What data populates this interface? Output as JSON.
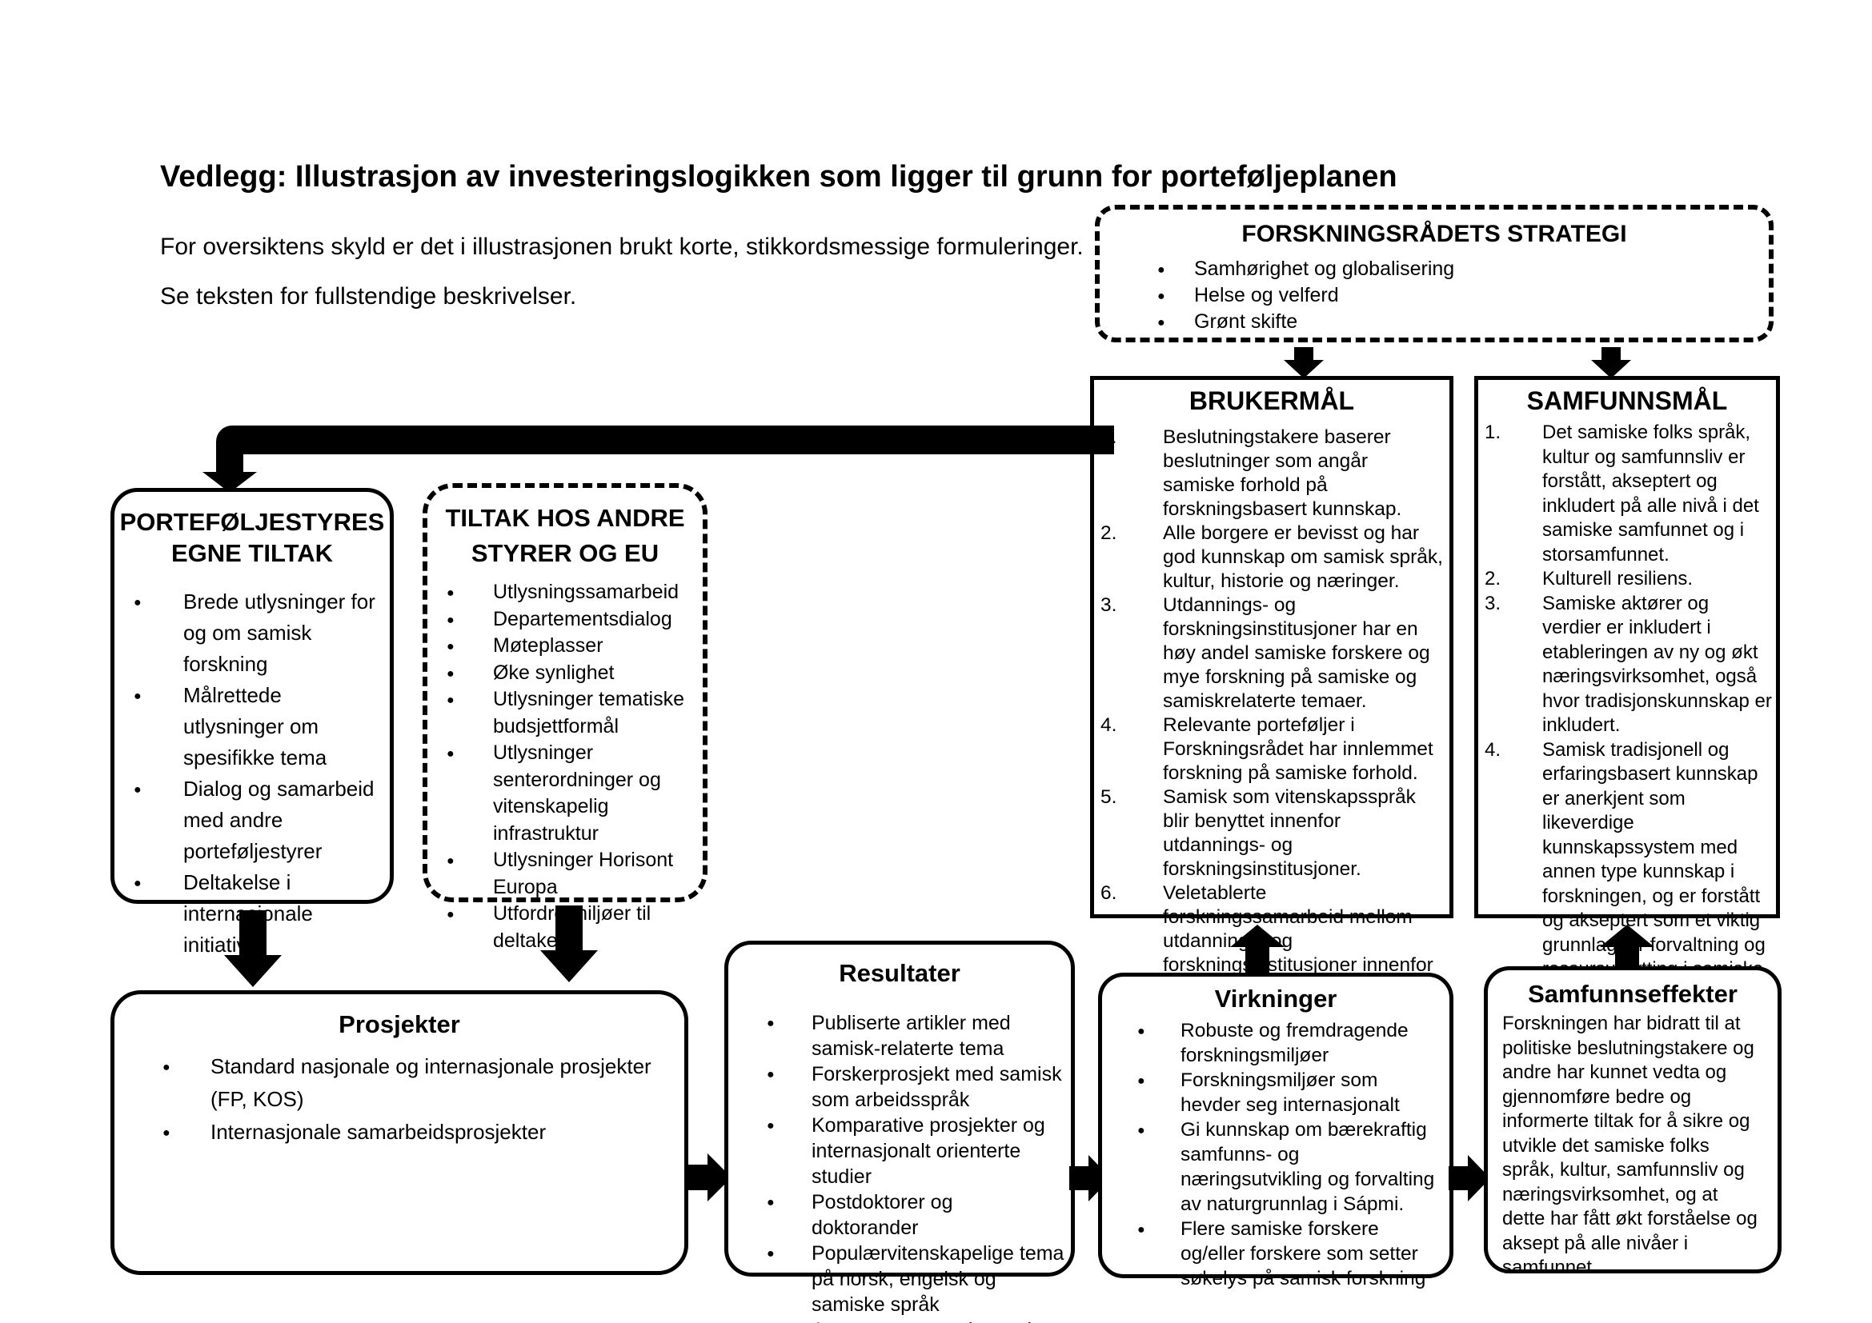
{
  "page": {
    "title": "Vedlegg: Illustrasjon av investeringslogikken som ligger til grunn for porteføljeplanen",
    "intro_line1": "For oversiktens skyld er det i illustrasjonen brukt korte, stikkordsmessige formuleringer.",
    "intro_line2": "Se teksten for fullstendige beskrivelser."
  },
  "boxes": {
    "strategi": {
      "title": "FORSKNINGSRÅDETS STRATEGI",
      "items": [
        "Samhørighet og globalisering",
        "Helse og velferd",
        "Grønt skifte"
      ]
    },
    "brukermaal": {
      "title": "BRUKERMÅL",
      "items": [
        "Beslutningstakere baserer beslutninger som angår samiske forhold på forskningsbasert kunnskap.",
        "Alle borgere er bevisst og har god kunnskap om samisk språk, kultur, historie og næringer.",
        "Utdannings- og forskningsinstitusjoner har en høy andel samiske forskere og mye forskning på samiske og samiskrelaterte temaer.",
        "Relevante porteføljer i Forskningsrådet har innlemmet forskning på samiske forhold.",
        "Samisk som vitenskapsspråk blir benyttet innenfor utdannings- og forskningsinstitusjoner.",
        "Veletablerte forskningssamarbeid mellom utdannings- og forskningsinstitusjoner innenfor ulike fag og fagmiljøer i Norge, Norden og internasjonalt."
      ]
    },
    "samfunnsmaal": {
      "title": "SAMFUNNSMÅL",
      "items": [
        "Det samiske folks språk, kultur og samfunnsliv er forstått, akseptert og inkludert på alle nivå i det samiske samfunnet og i storsamfunnet.",
        "Kulturell resiliens.",
        "Samiske aktører og verdier er inkludert i etableringen av ny og økt næringsvirksomhet, også hvor tradisjonskunnskap er inkludert.",
        "Samisk tradisjonell og erfaringsbasert kunnskap er anerkjent som likeverdige kunnskapssystem med annen type kunnskap i forskningen, og er forstått og akseptert som et viktig grunnlag for forvaltning og ressursutnytting i samiske områder."
      ]
    },
    "egne_tiltak": {
      "title_line1": "PORTEFØLJESTYRES",
      "title_line2": "EGNE TILTAK",
      "items": [
        "Brede utlysninger for og om samisk forskning",
        "Målrettede utlysninger om spesifikke tema",
        "Dialog og samarbeid med andre porteføljestyrer",
        "Deltakelse i internasjonale initiativ"
      ]
    },
    "andre_tiltak": {
      "title_line1": "TILTAK HOS ANDRE",
      "title_line2": "STYRER OG EU",
      "items": [
        "Utlysningssamarbeid",
        "Departementsdialog",
        "Møteplasser",
        "Øke synlighet",
        "Utlysninger tematiske budsjettformål",
        "Utlysninger senterordninger og vitenskapelig infrastruktur",
        "Utlysninger Horisont Europa",
        "Utfordre miljøer til deltakelse"
      ]
    },
    "prosjekter": {
      "title": "Prosjekter",
      "items": [
        "Standard nasjonale og internasjonale prosjekter (FP, KOS)",
        "Internasjonale samarbeidsprosjekter"
      ]
    },
    "resultater": {
      "title": "Resultater",
      "items": [
        "Publiserte artikler med samisk-relaterte tema",
        "Forskerprosjekt med samisk som arbeidsspråk",
        "Komparative prosjekter og internasjonalt orienterte studier",
        "Postdoktorer og doktorander",
        "Populærvitenskapelige tema på norsk, engelsk og samiske språk",
        "Arrangerte møteplasser i regi av prosjektene"
      ]
    },
    "virkninger": {
      "title": "Virkninger",
      "items": [
        "Robuste og fremdragende forskningsmiljøer",
        "Forskningsmiljøer som hevder seg internasjonalt",
        "Gi kunnskap om bærekraftig samfunns- og næringsutvikling og forvalting av naturgrunnlag i Sápmi.",
        "Flere samiske forskere og/eller forskere som setter søkelys på samisk forskning"
      ]
    },
    "samfunnseffekter": {
      "title": "Samfunnseffekter",
      "text": "Forskningen har bidratt til at politiske beslutningstakere og andre har kunnet vedta og gjennomføre bedre og informerte tiltak for å sikre og utvikle det samiske folks språk, kultur, samfunnsliv og næringsvirksomhet, og at dette har fått økt forståelse og aksept på alle nivåer i samfunnet."
    }
  },
  "colors": {
    "ink": "#000000",
    "background": "#ffffff"
  }
}
